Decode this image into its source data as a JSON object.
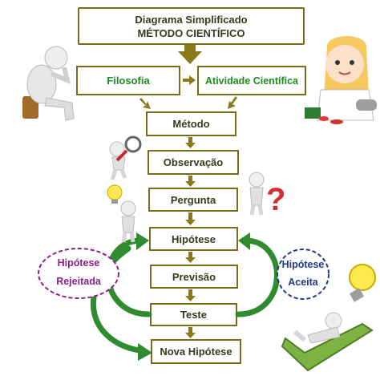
{
  "title": {
    "line1": "Diagrama Simplificado",
    "line2": "MÉTODO CIENTÍFICO"
  },
  "top_boxes": {
    "left": "Filosofia",
    "right": "Atividade Científica"
  },
  "steps": [
    "Método",
    "Observação",
    "Pergunta",
    "Hipótese",
    "Previsão",
    "Teste",
    "Nova Hipótese"
  ],
  "left_label": {
    "line1": "Hipótese",
    "line2": "Rejeitada"
  },
  "right_label": {
    "line1": "Hipótese",
    "line2": "Aceita"
  },
  "colors": {
    "box_border": "#7a6a1a",
    "arrow_olive": "#8a7a1a",
    "green": "#2e8b2e",
    "left_oval": "#8b1f8b",
    "right_oval": "#1f3a8b"
  },
  "icons": [
    "thinking-figure-icon",
    "scientist-icon",
    "magnifier-figure-icon",
    "question-figure-icon",
    "lightbulb-figure-icon",
    "lightbulb-icon",
    "checkmark-figure-icon"
  ]
}
